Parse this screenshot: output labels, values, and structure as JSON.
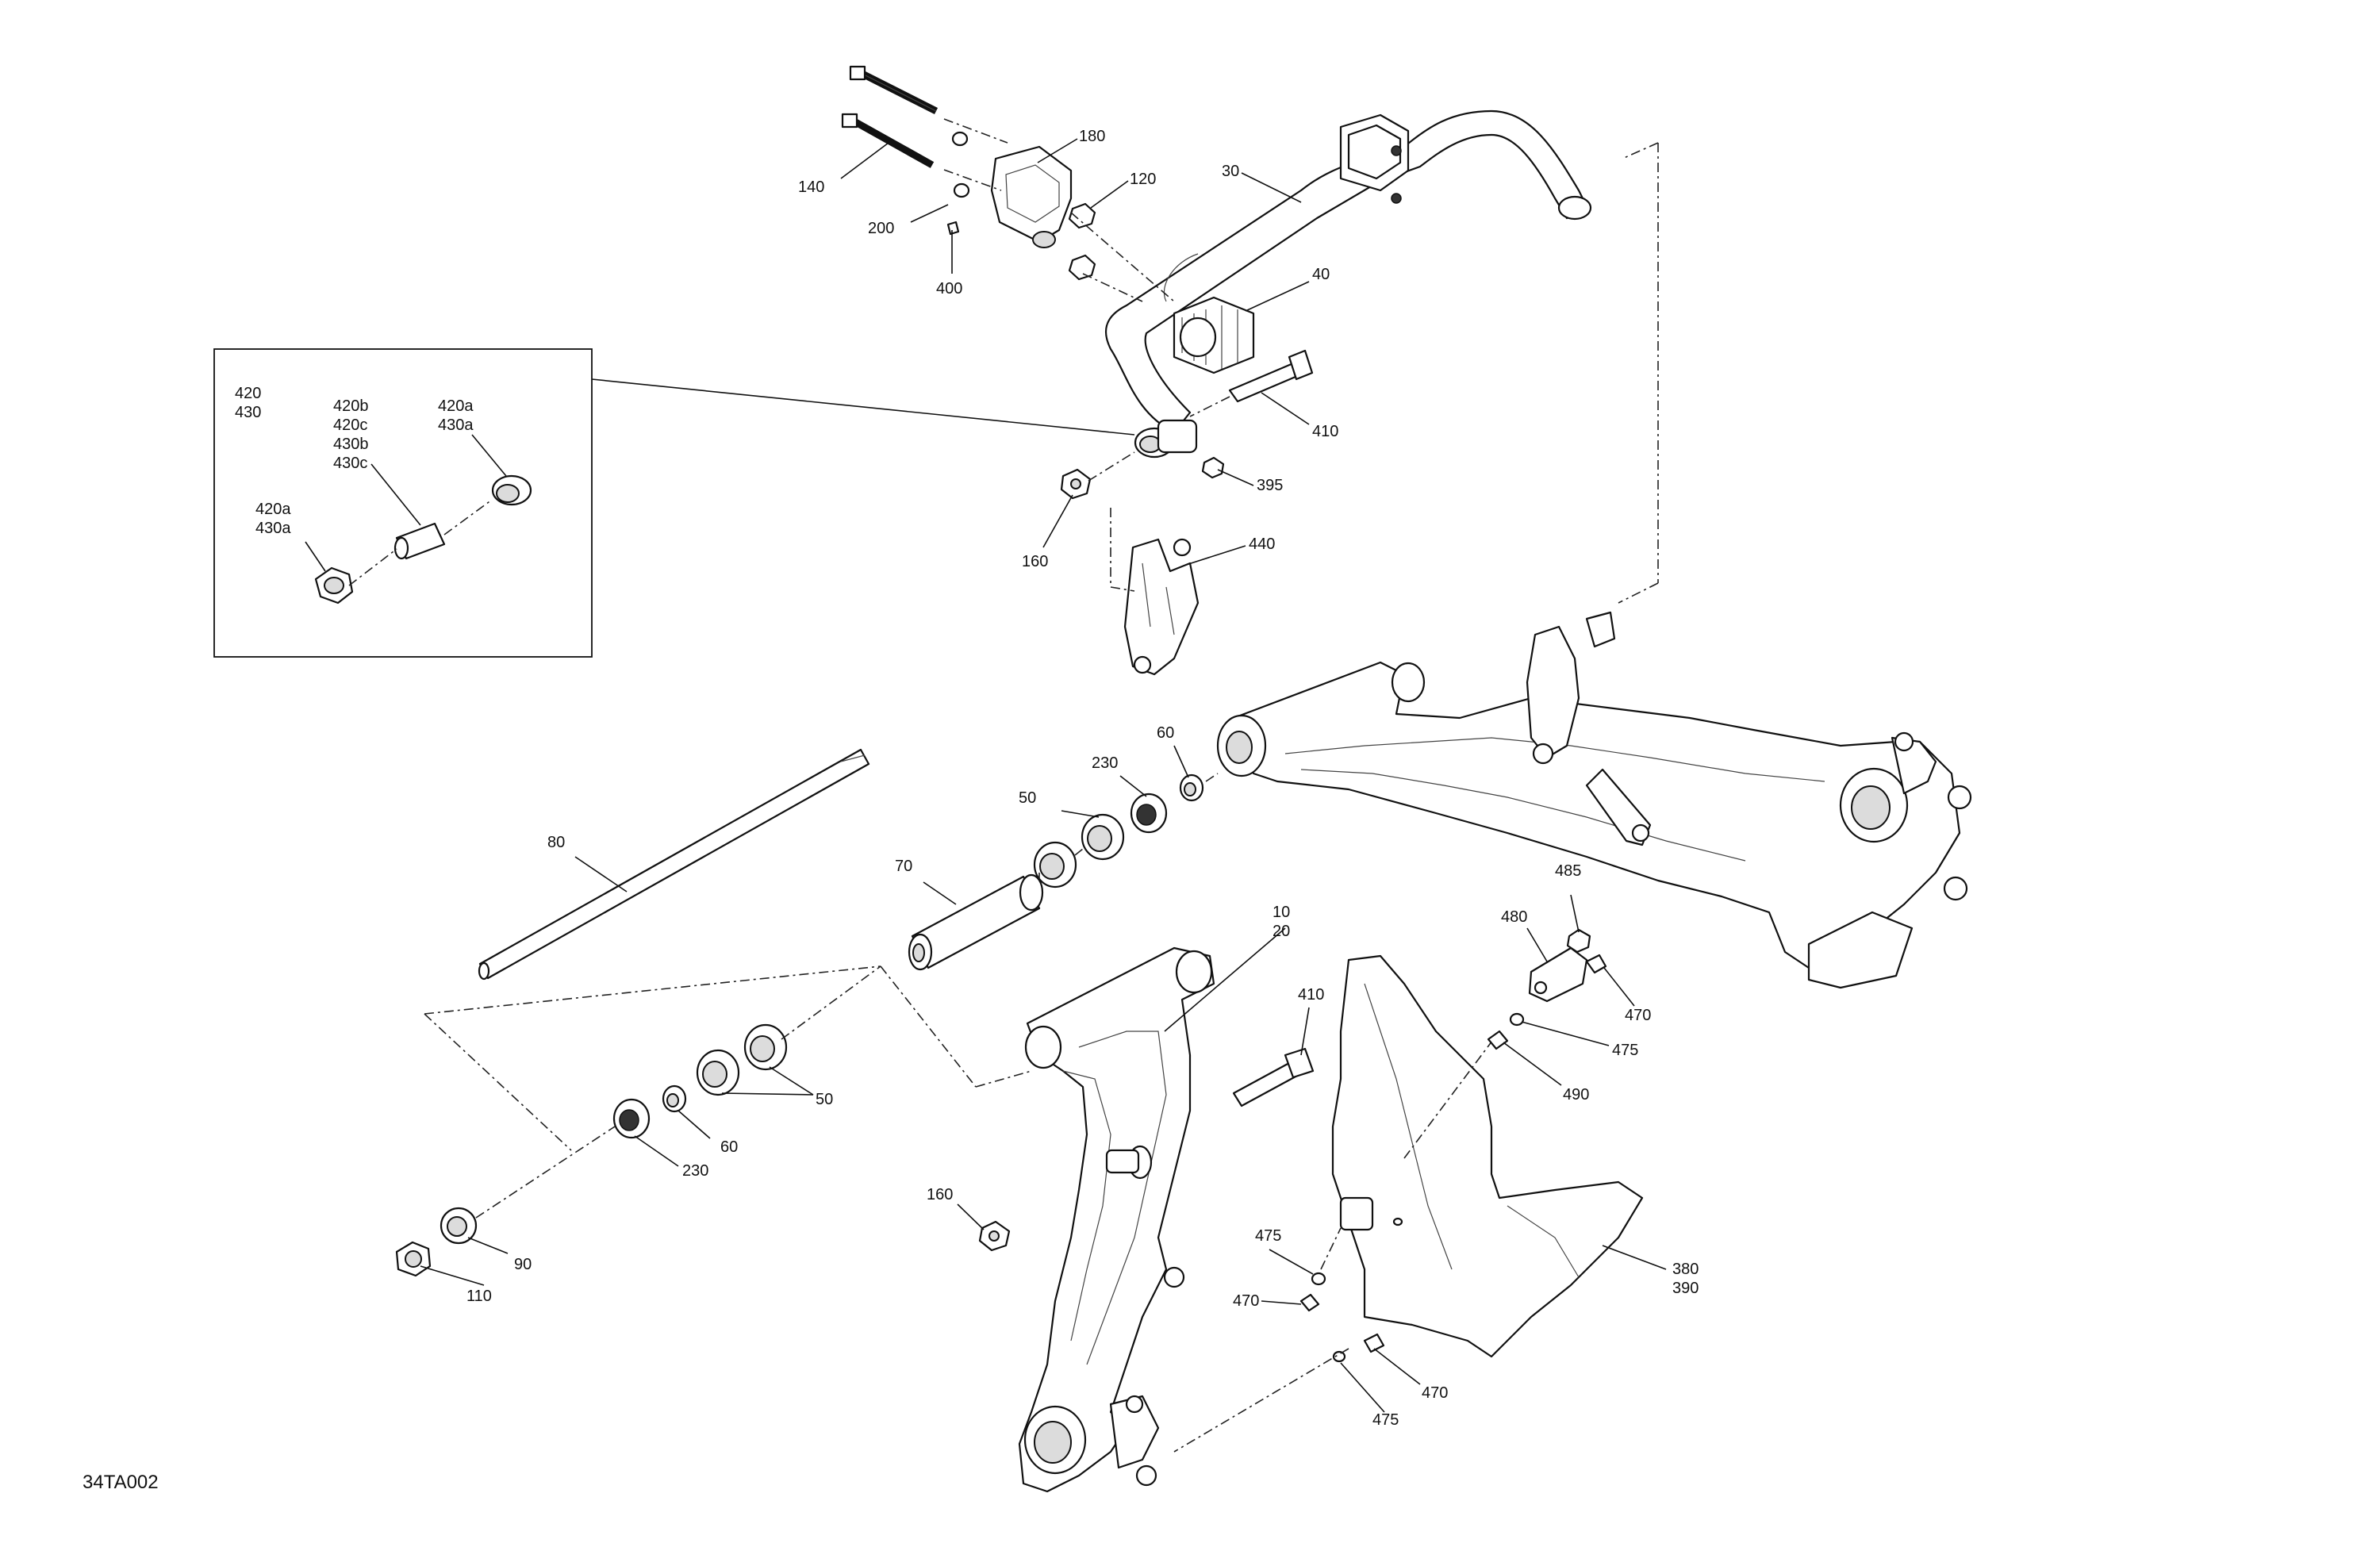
{
  "diagram_code": "34TA002",
  "callouts": {
    "c180": "180",
    "c140": "140",
    "c120": "120",
    "c30": "30",
    "c200": "200",
    "c400": "400",
    "c40": "40",
    "c410_top": "410",
    "c395": "395",
    "c160_top": "160",
    "c440": "440",
    "c420": "420",
    "c430": "430",
    "c420b": "420b",
    "c420c": "420c",
    "c430b": "430b",
    "c430c": "430c",
    "c420a_r": "420a",
    "c430a_r": "430a",
    "c420a_l": "420a",
    "c430a_l": "430a",
    "c60_top": "60",
    "c230_top": "230",
    "c50_top": "50",
    "c80": "80",
    "c70": "70",
    "c10": "10",
    "c20": "20",
    "c485": "485",
    "c480": "480",
    "c470_r": "470",
    "c475_r": "475",
    "c490": "490",
    "c410_mid": "410",
    "c50_bot": "50",
    "c60_bot": "60",
    "c230_bot": "230",
    "c160_bot": "160",
    "c90": "90",
    "c110": "110",
    "c475_mid": "475",
    "c470_mid": "470",
    "c380": "380",
    "c390": "390",
    "c470_bot": "470",
    "c475_bot": "475"
  }
}
